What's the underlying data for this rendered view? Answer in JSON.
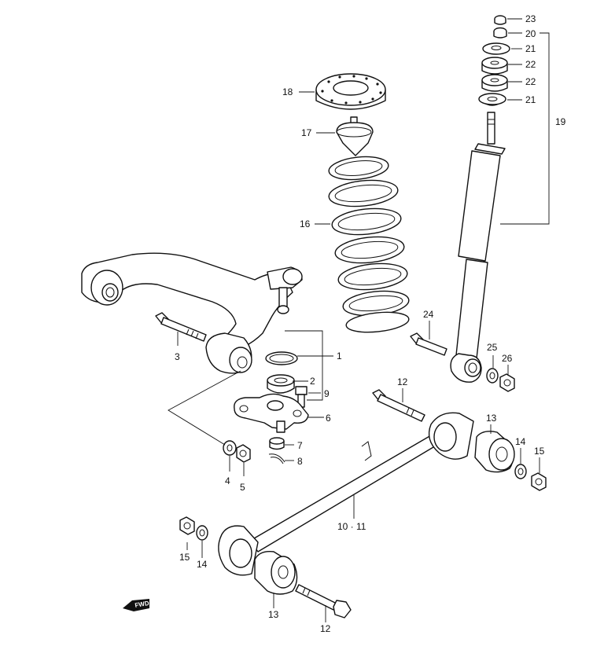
{
  "diagram": {
    "callouts": [
      {
        "id": "c23",
        "text": "23"
      },
      {
        "id": "c20",
        "text": "20"
      },
      {
        "id": "c21a",
        "text": "21"
      },
      {
        "id": "c22a",
        "text": "22"
      },
      {
        "id": "c22b",
        "text": "22"
      },
      {
        "id": "c21b",
        "text": "21"
      },
      {
        "id": "c19",
        "text": "19"
      },
      {
        "id": "c18",
        "text": "18"
      },
      {
        "id": "c17",
        "text": "17"
      },
      {
        "id": "c16",
        "text": "16"
      },
      {
        "id": "c24",
        "text": "24"
      },
      {
        "id": "c25",
        "text": "25"
      },
      {
        "id": "c26",
        "text": "26"
      },
      {
        "id": "c1",
        "text": "1"
      },
      {
        "id": "c2",
        "text": "2"
      },
      {
        "id": "c3",
        "text": "3"
      },
      {
        "id": "c9",
        "text": "9"
      },
      {
        "id": "c6",
        "text": "6"
      },
      {
        "id": "c7",
        "text": "7"
      },
      {
        "id": "c8",
        "text": "8"
      },
      {
        "id": "c4",
        "text": "4"
      },
      {
        "id": "c5",
        "text": "5"
      },
      {
        "id": "c12a",
        "text": "12"
      },
      {
        "id": "c13a",
        "text": "13"
      },
      {
        "id": "c14a",
        "text": "14"
      },
      {
        "id": "c15a",
        "text": "15"
      },
      {
        "id": "c1011",
        "text": "10 · 11"
      },
      {
        "id": "c15b",
        "text": "15"
      },
      {
        "id": "c14b",
        "text": "14"
      },
      {
        "id": "c13b",
        "text": "13"
      },
      {
        "id": "c12b",
        "text": "12"
      }
    ],
    "fwd_label": "FWD"
  }
}
